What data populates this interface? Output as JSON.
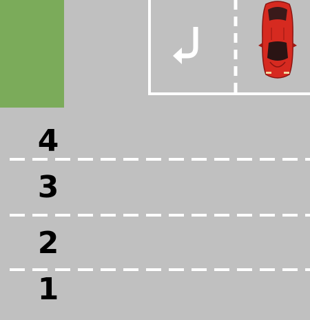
{
  "scene": {
    "background_color": "#c0c0c0",
    "grass_color": "#7bab5a",
    "marking_color": "#ffffff"
  },
  "lanes": [
    {
      "number": "4"
    },
    {
      "number": "3"
    },
    {
      "number": "2"
    },
    {
      "number": "1"
    }
  ],
  "turn_arrow": {
    "icon": "u-turn-left-arrow-icon"
  },
  "vehicle": {
    "icon": "red-car-icon",
    "color": "#d62a20",
    "direction": "up"
  }
}
